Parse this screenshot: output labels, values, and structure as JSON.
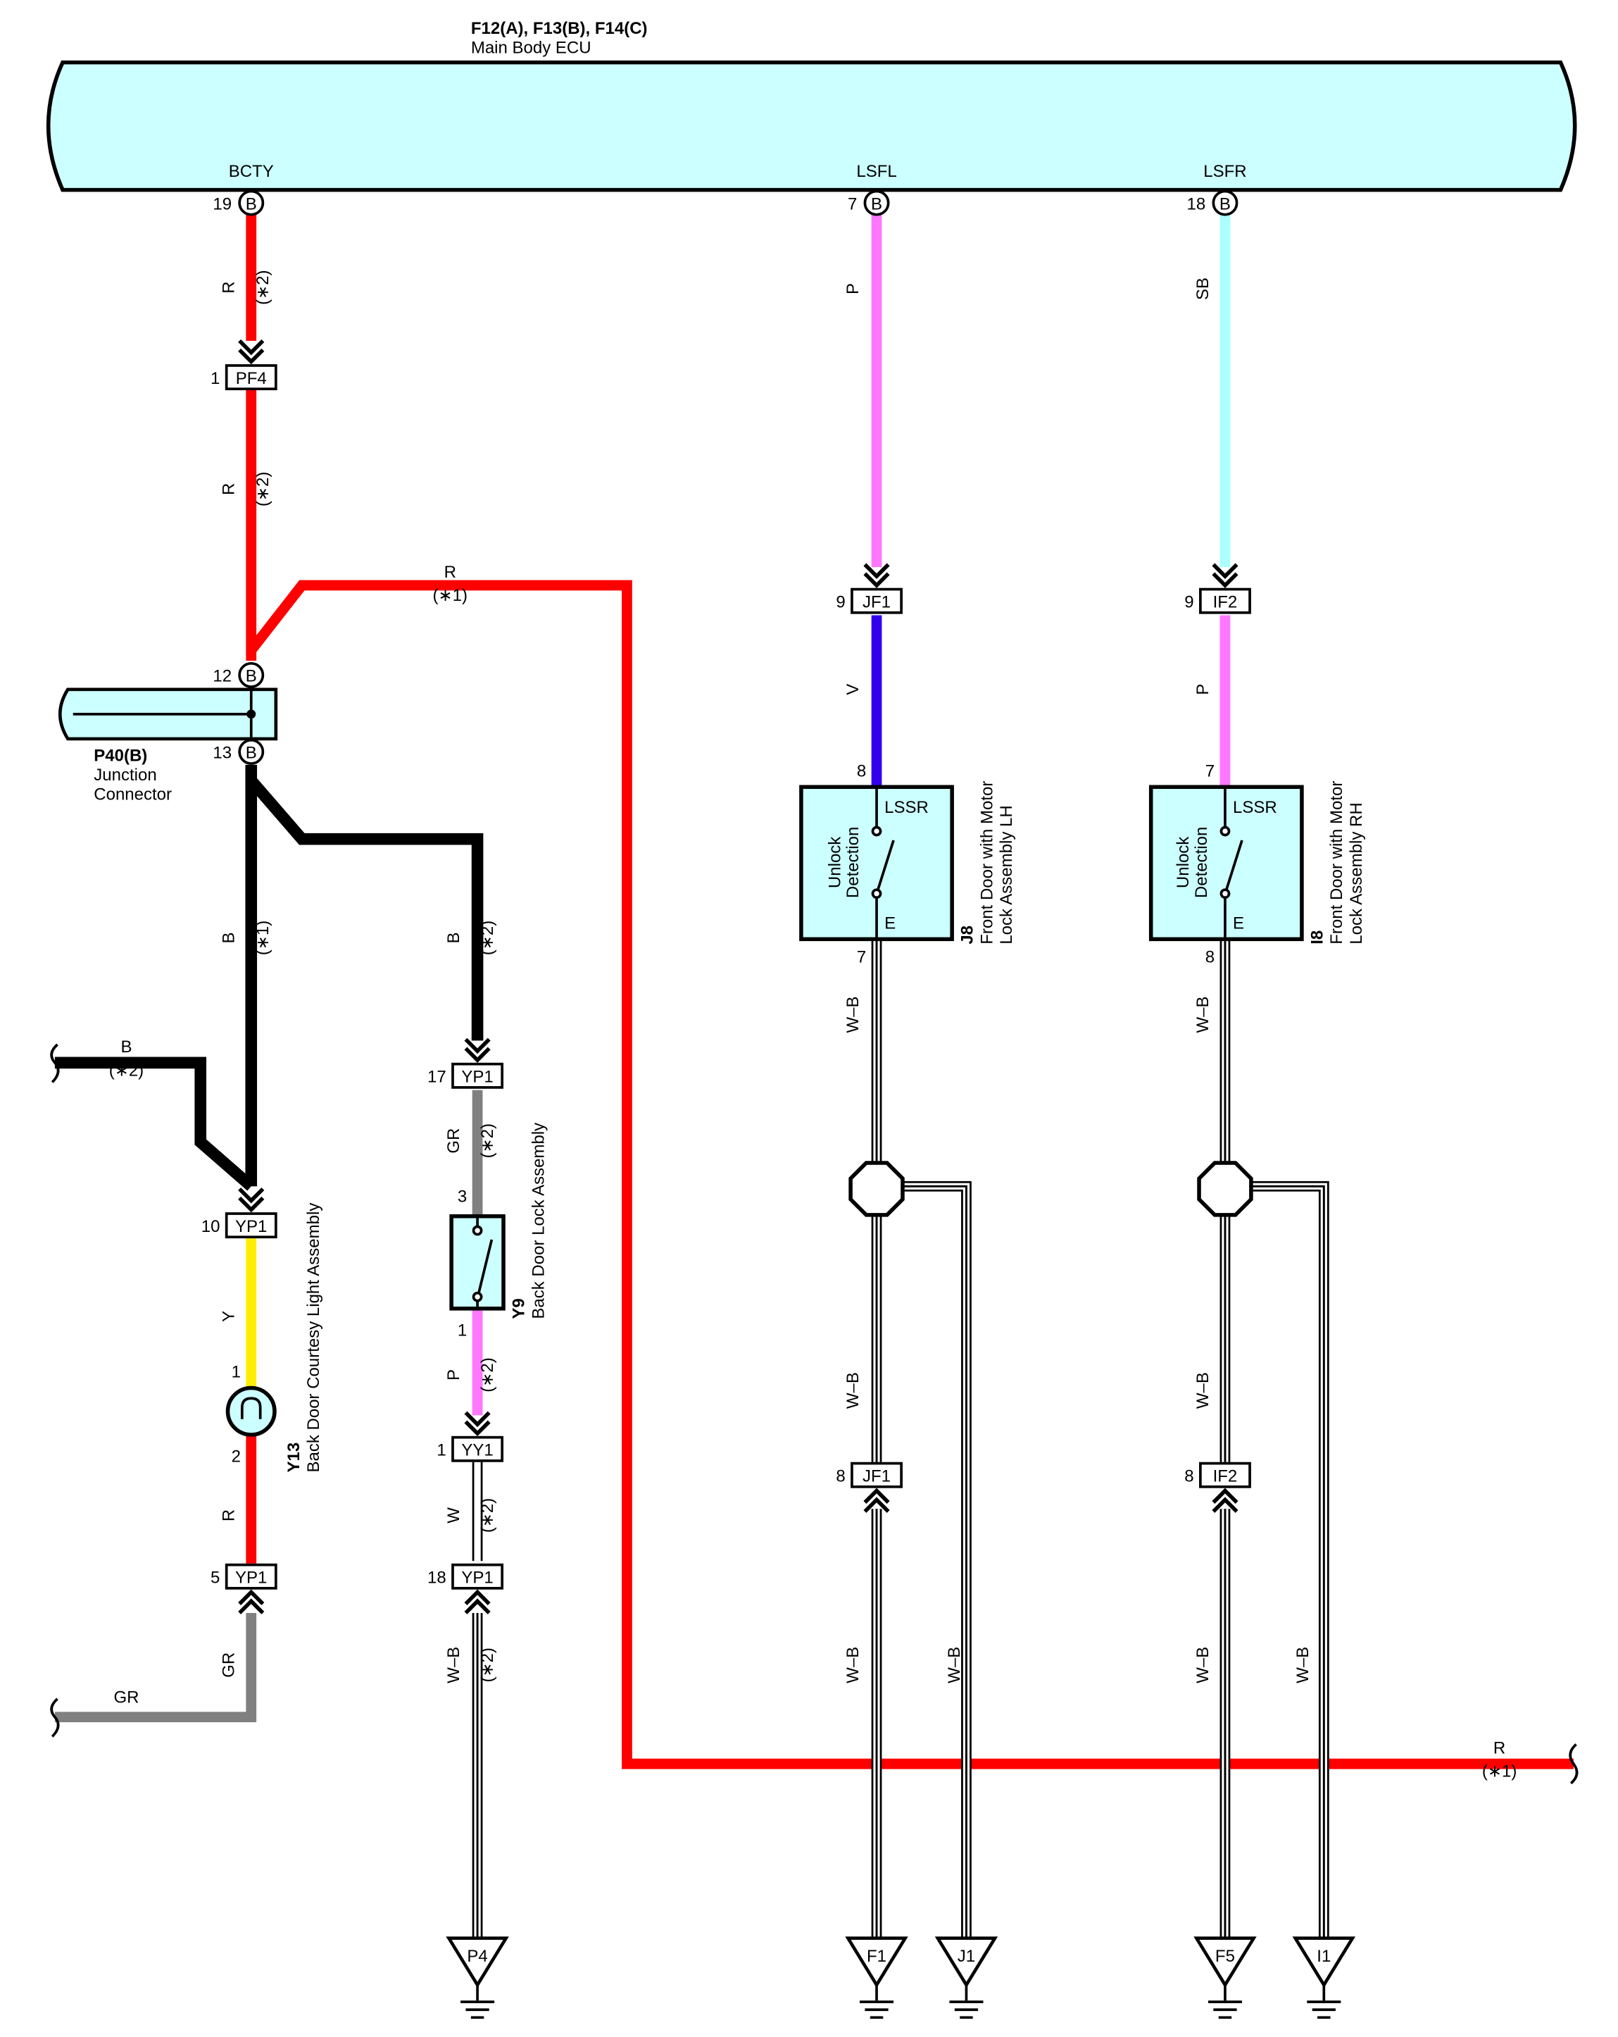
{
  "colors": {
    "ecu_fill": "#ccffff",
    "wire_red": "#ff0000",
    "wire_black": "#000000",
    "wire_pink": "#ff77ff",
    "wire_sky_blue": "#aaffff",
    "wire_violet": "#3300ee",
    "wire_yellow": "#ffee00",
    "wire_gray": "#808080",
    "wire_white": "#ffffff"
  },
  "ecu": {
    "title": "F12(A), F13(B), F14(C)",
    "subtitle": "Main Body ECU",
    "terminals": [
      {
        "name": "BCTY",
        "pin": "19",
        "conn": "B"
      },
      {
        "name": "LSFL",
        "pin": "7",
        "conn": "B"
      },
      {
        "name": "LSFR",
        "pin": "18",
        "conn": "B"
      }
    ]
  },
  "junction": {
    "id": "P40(B)",
    "name_line1": "Junction",
    "name_line2": "Connector",
    "pin_top": "12",
    "pin_bottom": "13",
    "conn": "B"
  },
  "connectors": {
    "pf4": {
      "id": "PF4",
      "pin": "1"
    },
    "jf1_in": {
      "id": "JF1",
      "pin": "9"
    },
    "if2_in": {
      "id": "IF2",
      "pin": "9"
    },
    "yp1_17": {
      "id": "YP1",
      "pin": "17"
    },
    "yp1_10": {
      "id": "YP1",
      "pin": "10"
    },
    "yp1_5": {
      "id": "YP1",
      "pin": "5"
    },
    "yy1_1": {
      "id": "YY1",
      "pin": "1"
    },
    "yp1_18": {
      "id": "YP1",
      "pin": "18"
    },
    "jf1_out": {
      "id": "JF1",
      "pin": "8"
    },
    "if2_out": {
      "id": "IF2",
      "pin": "8"
    }
  },
  "wires": {
    "bcty_1": {
      "color": "R",
      "note": "(∗2)"
    },
    "bcty_2": {
      "color": "R",
      "note": "(∗2)"
    },
    "red_bus_top": {
      "color": "R",
      "note": "(∗1)"
    },
    "red_bus_right": {
      "color": "R",
      "note": "(∗1)"
    },
    "black_main": {
      "color": "B",
      "note": "(∗1)"
    },
    "black_branch": {
      "color": "B",
      "note": "(∗2)"
    },
    "black_left": {
      "color": "B",
      "note": "(∗2)"
    },
    "yellow": {
      "color": "Y"
    },
    "red_lamp": {
      "color": "R"
    },
    "gray_vertical": {
      "color": "GR"
    },
    "gray_left": {
      "color": "GR"
    },
    "gray_lock": {
      "color": "GR",
      "note": "(∗2)"
    },
    "pink_lock": {
      "color": "P",
      "note": "(∗2)"
    },
    "white_lock": {
      "color": "W",
      "note": "(∗2)"
    },
    "wb_lock": {
      "color": "W–B",
      "note": "(∗2)"
    },
    "lsfl": {
      "color": "P"
    },
    "lsfr": {
      "color": "SB"
    },
    "violet": {
      "color": "V"
    },
    "pink_rh": {
      "color": "P"
    },
    "wb_lh_1": {
      "color": "W–B"
    },
    "wb_lh_2": {
      "color": "W–B"
    },
    "wb_lh_3": {
      "color": "W–B"
    },
    "wb_lh_branch": {
      "color": "W–B"
    },
    "wb_rh_1": {
      "color": "W–B"
    },
    "wb_rh_2": {
      "color": "W–B"
    },
    "wb_rh_3": {
      "color": "W–B"
    },
    "wb_rh_branch": {
      "color": "W–B"
    }
  },
  "components": {
    "door_lh": {
      "id": "J8",
      "name_line1": "Front Door with Motor",
      "name_line2": "Lock Assembly LH",
      "inner_line1": "Unlock",
      "inner_line2": "Detection",
      "term_top": "LSSR",
      "term_bottom": "E",
      "pin_top": "8",
      "pin_bottom": "7"
    },
    "door_rh": {
      "id": "I8",
      "name_line1": "Front Door with Motor",
      "name_line2": "Lock Assembly RH",
      "inner_line1": "Unlock",
      "inner_line2": "Detection",
      "term_top": "LSSR",
      "term_bottom": "E",
      "pin_top": "7",
      "pin_bottom": "8"
    },
    "back_door_lock": {
      "id": "Y9",
      "name": "Back Door Lock Assembly",
      "pin_top": "3",
      "pin_bottom": "1"
    },
    "courtesy_light": {
      "id": "Y13",
      "name": "Back Door Courtesy Light Assembly",
      "pin_top": "1",
      "pin_bottom": "2"
    }
  },
  "grounds": [
    "P4",
    "F1",
    "J1",
    "F5",
    "I1"
  ]
}
